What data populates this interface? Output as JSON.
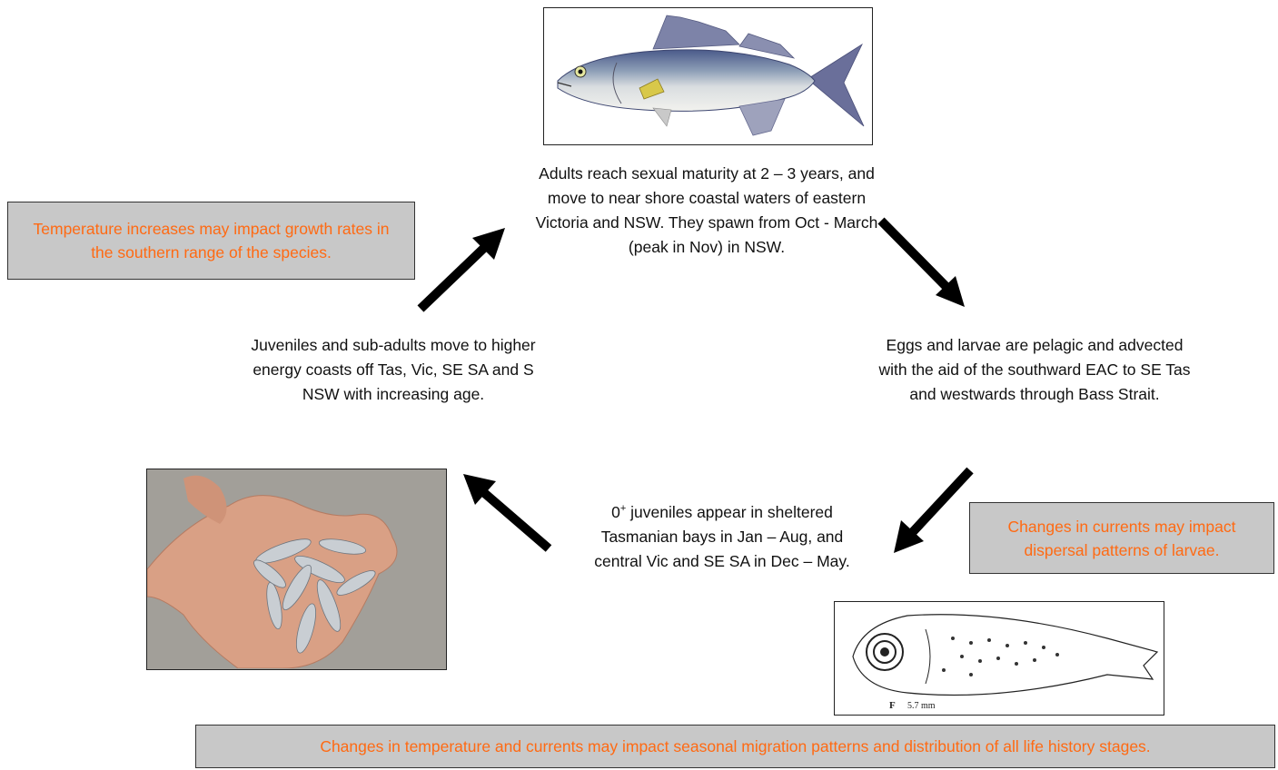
{
  "stages": {
    "adults": "Adults reach sexual maturity at 2 – 3 years, and move to near shore coastal waters of eastern Victoria and NSW.  They spawn from Oct - March (peak in Nov) in NSW.",
    "eggs_larvae": "Eggs and larvae are pelagic and advected with the aid of the southward EAC to SE Tas and westwards through Bass Strait.",
    "juveniles_0_prefix": "0",
    "juveniles_0_sup": "+",
    "juveniles_0_rest": " juveniles appear in sheltered Tasmanian bays in Jan – Aug, and central Vic and SE SA in Dec – May.",
    "juveniles_subadults": "Juveniles and sub-adults move to higher energy coasts off Tas, Vic, SE SA and S NSW with increasing age."
  },
  "notes": {
    "temperature": "Temperature increases may impact growth rates in the southern range of the species.",
    "currents": "Changes in currents may impact dispersal patterns of larvae.",
    "bottom": "Changes in temperature and currents may impact seasonal migration patterns and distribution of all life history stages."
  },
  "larva_caption": {
    "label": "F",
    "size": "5.7 mm"
  },
  "colors": {
    "note_text": "#ff6a13",
    "note_bg": "#c8c8c8",
    "arrow": "#000000"
  }
}
